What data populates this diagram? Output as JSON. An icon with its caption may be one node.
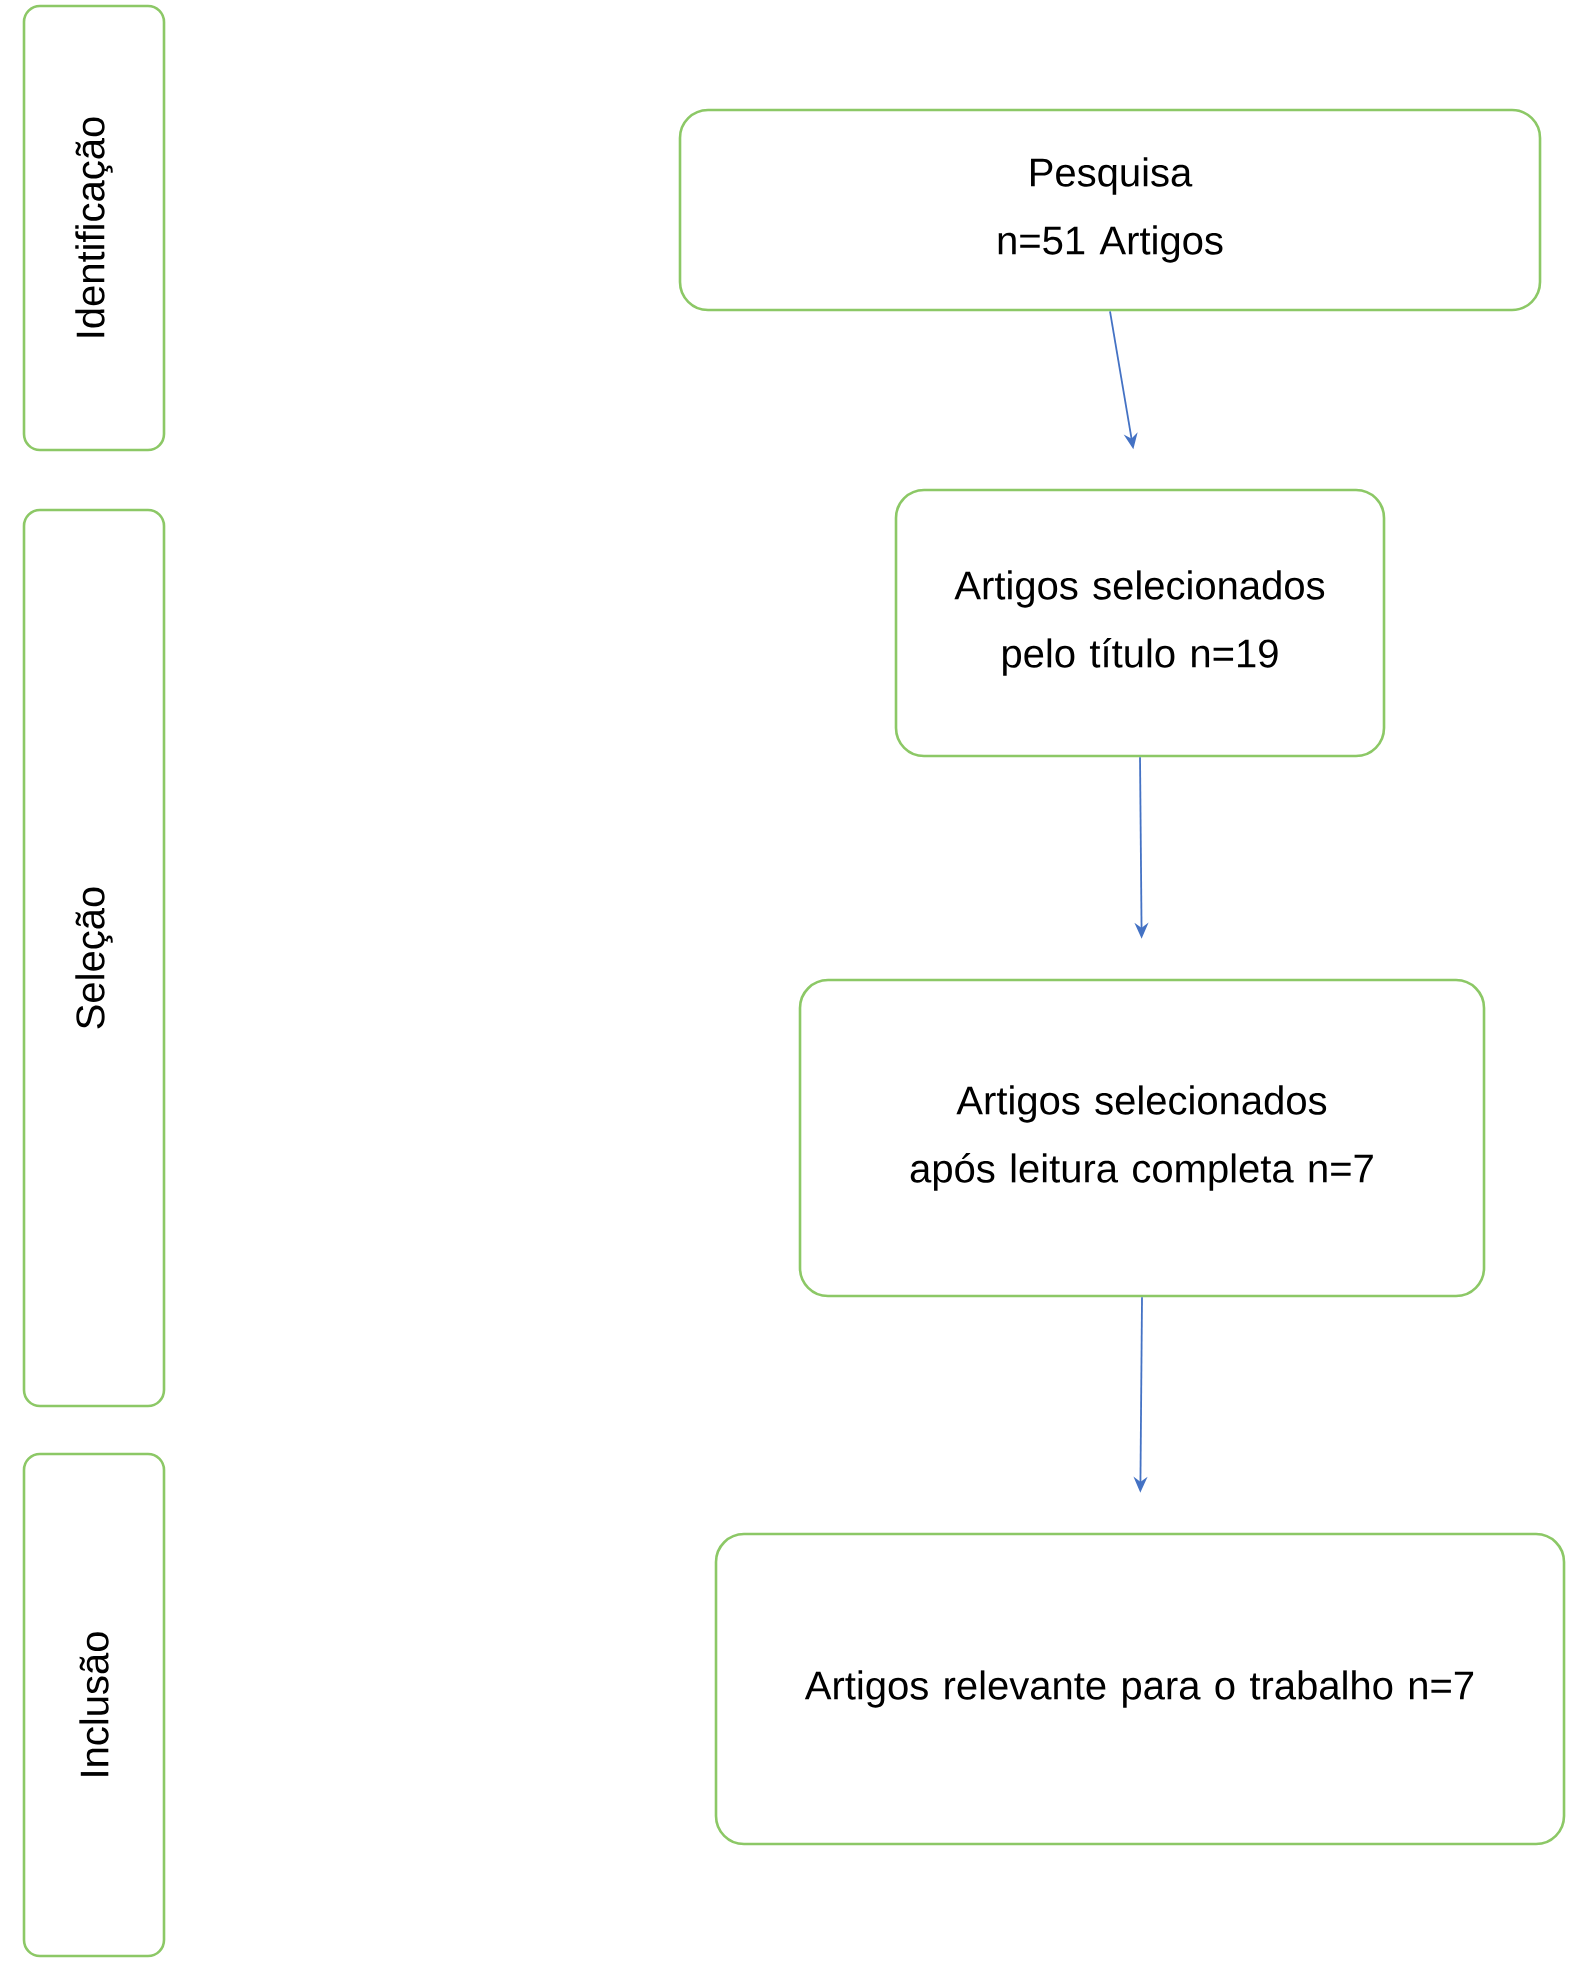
{
  "diagram": {
    "nodes": [
      {
        "text": [
          "Identificação"
        ]
      },
      {
        "text": [
          "Pesquisa n=51 Artigos"
        ]
      },
      {
        "text": [
          "Seleção"
        ]
      },
      {
        "text": [
          "Artigos selecionados pelo título n=19"
        ]
      },
      {
        "text": [
          "Artigos selecionados após leitura completa n=7"
        ]
      },
      {
        "text": [
          "Inclusão"
        ]
      },
      {
        "text": [
          "Artigos relevante para o trabalho n=7"
        ]
      }
    ],
    "edges": [
      {
        "from": 1,
        "to": 3,
        "arrow": "to"
      },
      {
        "from": 3,
        "to": 4,
        "arrow": "to"
      },
      {
        "from": 4,
        "to": 6,
        "arrow": "to"
      }
    ]
  }
}
